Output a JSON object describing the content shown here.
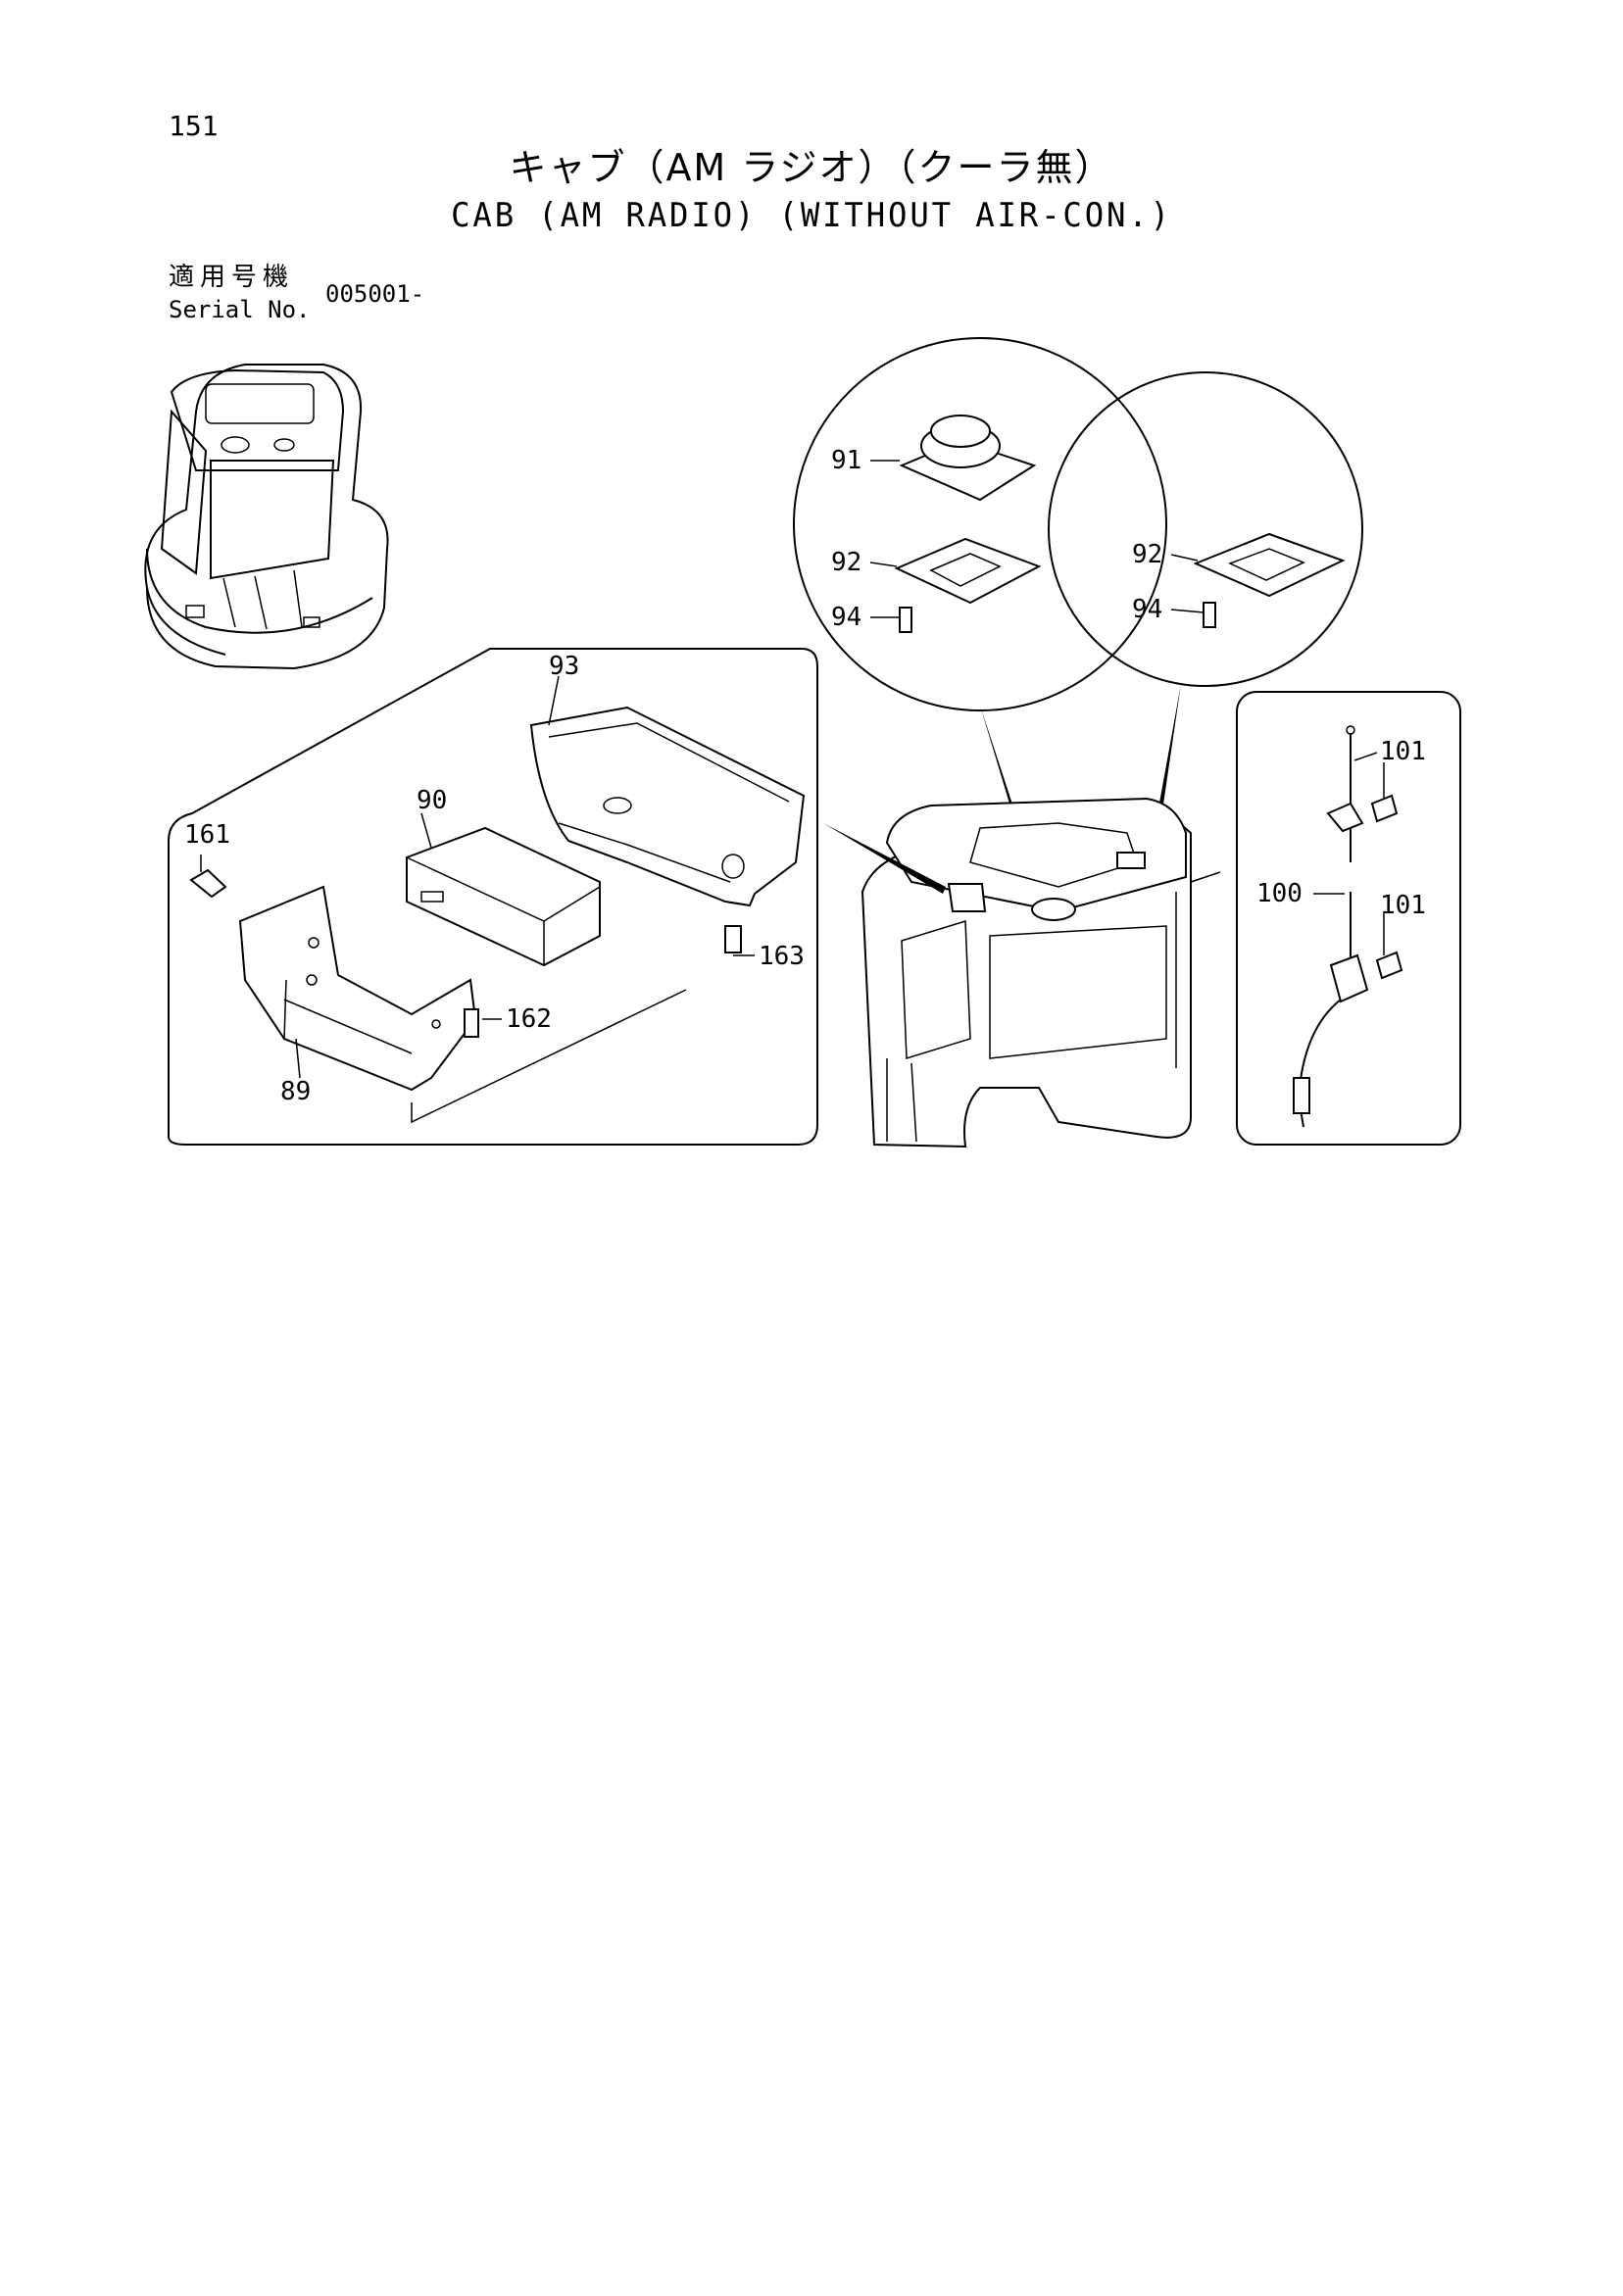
{
  "page": {
    "number": "151"
  },
  "title": {
    "jp": "キャブ（AM ラジオ）（クーラ無）",
    "en": "CAB (AM RADIO) (WITHOUT AIR-CON.)"
  },
  "serial": {
    "label_jp": "適用号機",
    "label_en": "Serial No.",
    "value": "005001-"
  },
  "callouts": {
    "p89": "89",
    "p90": "90",
    "p91": "91",
    "p92a": "92",
    "p92b": "92",
    "p93": "93",
    "p94a": "94",
    "p94b": "94",
    "p100": "100",
    "p101a": "101",
    "p101b": "101",
    "p161": "161",
    "p162": "162",
    "p163": "163"
  }
}
